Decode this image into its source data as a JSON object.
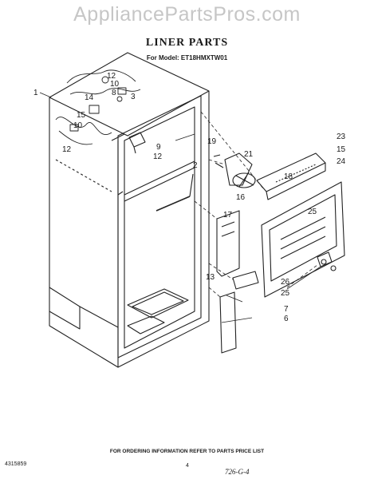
{
  "watermark": "AppliancePartsPros.com",
  "title": "LINER PARTS",
  "model_line": "For Model: ET18HMXTW01",
  "callouts": {
    "c1": "1",
    "c12a": "12",
    "c10a": "10",
    "c8": "8",
    "c3": "3",
    "c14": "14",
    "c15a": "15",
    "c10b": "10",
    "c12b": "12",
    "c9": "9",
    "c12c": "12",
    "c2": "2",
    "c19": "19",
    "c21": "21",
    "c18": "18",
    "c16": "16",
    "c17": "17",
    "c13": "13",
    "c23": "23",
    "c15b": "15",
    "c24": "24",
    "c25a": "25",
    "c26": "26",
    "c25b": "25",
    "c7": "7",
    "c6": "6"
  },
  "footer_note": "FOR ORDERING INFORMATION REFER TO PARTS PRICE LIST",
  "doc_number": "4315859",
  "page_number": "4",
  "handwritten_note": "726-G-4"
}
